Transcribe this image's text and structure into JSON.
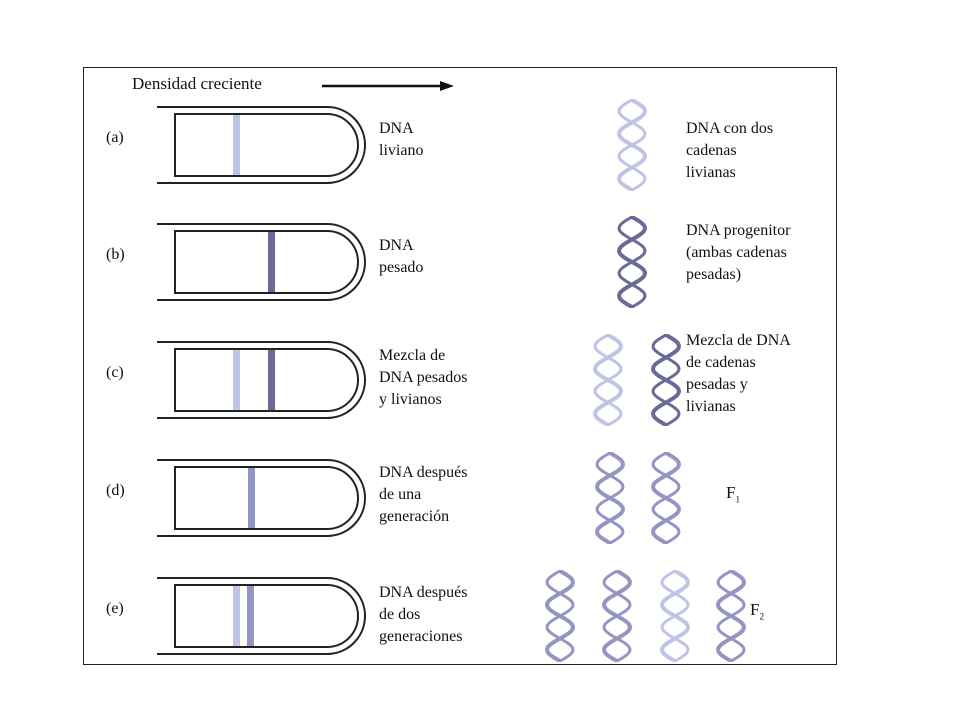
{
  "header": {
    "label": "Densidad creciente"
  },
  "colors": {
    "light": "#bfc3e6",
    "heavy": "#6a6a98",
    "hybrid": "#9595c4",
    "frame": "#222222"
  },
  "rows": [
    {
      "label": "(a)",
      "bands": [
        "light"
      ],
      "desc": "DNA\nliviano",
      "note": "DNA con dos\ncadenas\nlivianas",
      "helices": [
        "light"
      ],
      "gen": ""
    },
    {
      "label": "(b)",
      "bands": [
        "heavy"
      ],
      "desc": "DNA\npesado",
      "note": "DNA progenitor\n(ambas cadenas\npesadas)",
      "helices": [
        "heavy"
      ],
      "gen": ""
    },
    {
      "label": "(c)",
      "bands": [
        "light",
        "heavy"
      ],
      "desc": "Mezcla de\nDNA pesados\ny livianos",
      "note": "Mezcla de DNA\nde cadenas\npesadas y\nlivianas",
      "helices": [
        "light",
        "heavy"
      ],
      "gen": ""
    },
    {
      "label": "(d)",
      "bands": [
        "hybrid"
      ],
      "desc": "DNA después\nde una\ngeneración",
      "note": "",
      "helices": [
        "hybrid",
        "hybrid"
      ],
      "gen": "F",
      "gen_sub": "1"
    },
    {
      "label": "(e)",
      "bands": [
        "light",
        "hybrid"
      ],
      "desc": "DNA después\nde dos\ngeneraciones",
      "note": "",
      "helices": [
        "hybrid",
        "hybrid",
        "light",
        "hybrid"
      ],
      "gen": "F",
      "gen_sub": "2"
    }
  ]
}
